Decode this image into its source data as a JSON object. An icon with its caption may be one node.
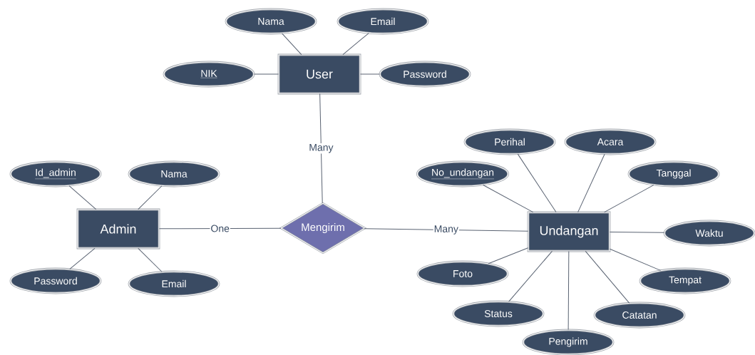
{
  "diagram": {
    "nodes": [
      {
        "text": [
          "Nama"
        ]
      },
      {
        "text": [
          "Email"
        ]
      },
      {
        "text": [
          "NIK"
        ]
      },
      {
        "text": [
          "User"
        ]
      },
      {
        "text": [
          "Password"
        ]
      },
      {
        "text": [
          "Perihal"
        ]
      },
      {
        "text": [
          "Acara"
        ]
      },
      {
        "text": [
          "Id_admin"
        ]
      },
      {
        "text": [
          "Nama"
        ]
      },
      {
        "text": [
          "No_undangan"
        ]
      },
      {
        "text": [
          "Tanggal"
        ]
      },
      {
        "text": [
          "Admin"
        ]
      },
      {
        "text": [
          "Mengirim"
        ]
      },
      {
        "text": [
          "Undangan"
        ]
      },
      {
        "text": [
          "Waktu"
        ]
      },
      {
        "text": [
          "Foto"
        ]
      },
      {
        "text": [
          "Password"
        ]
      },
      {
        "text": [
          "Email"
        ]
      },
      {
        "text": [
          "Tempat"
        ]
      },
      {
        "text": [
          "Status"
        ]
      },
      {
        "text": [
          "Catatan"
        ]
      },
      {
        "text": [
          "Pengirim"
        ]
      }
    ],
    "edges": [
      {
        "from": 0,
        "to": 3,
        "arrow": "none"
      },
      {
        "from": 1,
        "to": 3,
        "arrow": "none"
      },
      {
        "from": 2,
        "to": 3,
        "arrow": "none"
      },
      {
        "from": 4,
        "to": 3,
        "arrow": "none"
      },
      {
        "from": 3,
        "to": 12,
        "arrow": "none",
        "label": "Many"
      },
      {
        "from": 7,
        "to": 11,
        "arrow": "none"
      },
      {
        "from": 8,
        "to": 11,
        "arrow": "none"
      },
      {
        "from": 16,
        "to": 11,
        "arrow": "none"
      },
      {
        "from": 17,
        "to": 11,
        "arrow": "none"
      },
      {
        "from": 11,
        "to": 12,
        "arrow": "none",
        "label": "One"
      },
      {
        "from": 12,
        "to": 13,
        "arrow": "none",
        "label": "Many"
      },
      {
        "from": 5,
        "to": 13,
        "arrow": "none"
      },
      {
        "from": 6,
        "to": 13,
        "arrow": "none"
      },
      {
        "from": 9,
        "to": 13,
        "arrow": "none"
      },
      {
        "from": 10,
        "to": 13,
        "arrow": "none"
      },
      {
        "from": 14,
        "to": 13,
        "arrow": "none"
      },
      {
        "from": 15,
        "to": 13,
        "arrow": "none"
      },
      {
        "from": 18,
        "to": 13,
        "arrow": "none"
      },
      {
        "from": 19,
        "to": 13,
        "arrow": "none"
      },
      {
        "from": 20,
        "to": 13,
        "arrow": "none"
      },
      {
        "from": 21,
        "to": 13,
        "arrow": "none"
      }
    ]
  }
}
